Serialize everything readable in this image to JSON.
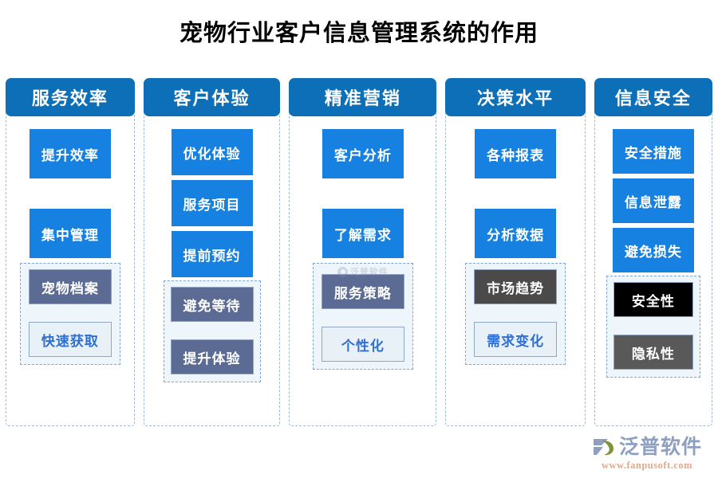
{
  "title": "宠物行业客户信息管理系统的作用",
  "colors": {
    "header_blue": "#0d6fb8",
    "item_blue": "#1681e0",
    "slate": "#5b6b93",
    "dark_gray": "#4a4a4a",
    "gray": "#595959",
    "black": "#000000",
    "light": "#e9f1f8",
    "light_text": "#2f6fd0",
    "dashed_border": "#9db7d4",
    "subgroup_bg": "#eef5fb"
  },
  "columns": [
    {
      "header": "服务效率",
      "width": 166,
      "items": [
        {
          "label": "提升效率",
          "style": "blue",
          "w": 102,
          "h": 62,
          "mt": 6
        },
        {
          "label": "集中管理",
          "style": "blue",
          "w": 102,
          "h": 62,
          "mt": 38
        }
      ],
      "subgroup": {
        "w": 126,
        "mt": 6,
        "watermark": false,
        "items": [
          {
            "label": "宠物档案",
            "style": "slate",
            "w": 104,
            "h": 44,
            "mt": 0
          },
          {
            "label": "快速获取",
            "style": "light",
            "w": 104,
            "h": 44,
            "mt": 22
          }
        ]
      }
    },
    {
      "header": "客户体验",
      "width": 176,
      "items": [
        {
          "label": "优化体验",
          "style": "blue",
          "w": 102,
          "h": 58,
          "mt": 6
        },
        {
          "label": "服务项目",
          "style": "blue",
          "w": 102,
          "h": 58,
          "mt": 6
        },
        {
          "label": "提前预约",
          "style": "blue",
          "w": 102,
          "h": 58,
          "mt": 6
        }
      ],
      "subgroup": {
        "w": 122,
        "mt": 4,
        "watermark": false,
        "items": [
          {
            "label": "避免等待",
            "style": "slate",
            "w": 104,
            "h": 44,
            "mt": 0
          },
          {
            "label": "提升体验",
            "style": "slate",
            "w": 104,
            "h": 44,
            "mt": 22
          }
        ]
      }
    },
    {
      "header": "精准营销",
      "width": 190,
      "items": [
        {
          "label": "客户分析",
          "style": "blue",
          "w": 102,
          "h": 62,
          "mt": 6
        },
        {
          "label": "了解需求",
          "style": "blue",
          "w": 102,
          "h": 62,
          "mt": 38
        }
      ],
      "subgroup": {
        "w": 126,
        "mt": 6,
        "watermark": true,
        "watermark_text": "泛普软件",
        "items": [
          {
            "label": "服务策略",
            "style": "slate",
            "w": 104,
            "h": 44,
            "mt": 6
          },
          {
            "label": "个性化",
            "style": "light",
            "w": 104,
            "h": 44,
            "mt": 22
          }
        ]
      }
    },
    {
      "header": "决策水平",
      "width": 180,
      "items": [
        {
          "label": "各种报表",
          "style": "blue",
          "w": 102,
          "h": 62,
          "mt": 6
        },
        {
          "label": "分析数据",
          "style": "blue",
          "w": 102,
          "h": 62,
          "mt": 38
        }
      ],
      "subgroup": {
        "w": 126,
        "mt": 6,
        "watermark": false,
        "items": [
          {
            "label": "市场趋势",
            "style": "dark",
            "w": 104,
            "h": 44,
            "mt": 0
          },
          {
            "label": "需求变化",
            "style": "light",
            "w": 104,
            "h": 44,
            "mt": 22
          }
        ]
      }
    },
    {
      "header": "信息安全",
      "width": 152,
      "items": [
        {
          "label": "安全措施",
          "style": "blue",
          "w": 102,
          "h": 56,
          "mt": 6
        },
        {
          "label": "信息泄露",
          "style": "blue",
          "w": 102,
          "h": 56,
          "mt": 6
        },
        {
          "label": "避免损失",
          "style": "blue",
          "w": 102,
          "h": 56,
          "mt": 6
        }
      ],
      "subgroup": {
        "w": 118,
        "mt": 4,
        "watermark": false,
        "items": [
          {
            "label": "安全性",
            "style": "black",
            "w": 100,
            "h": 44,
            "mt": 0
          },
          {
            "label": "隐私性",
            "style": "gray",
            "w": 100,
            "h": 44,
            "mt": 22
          }
        ]
      }
    }
  ],
  "brand": {
    "name": "泛普软件",
    "url": "www.fanpusoft.com"
  }
}
